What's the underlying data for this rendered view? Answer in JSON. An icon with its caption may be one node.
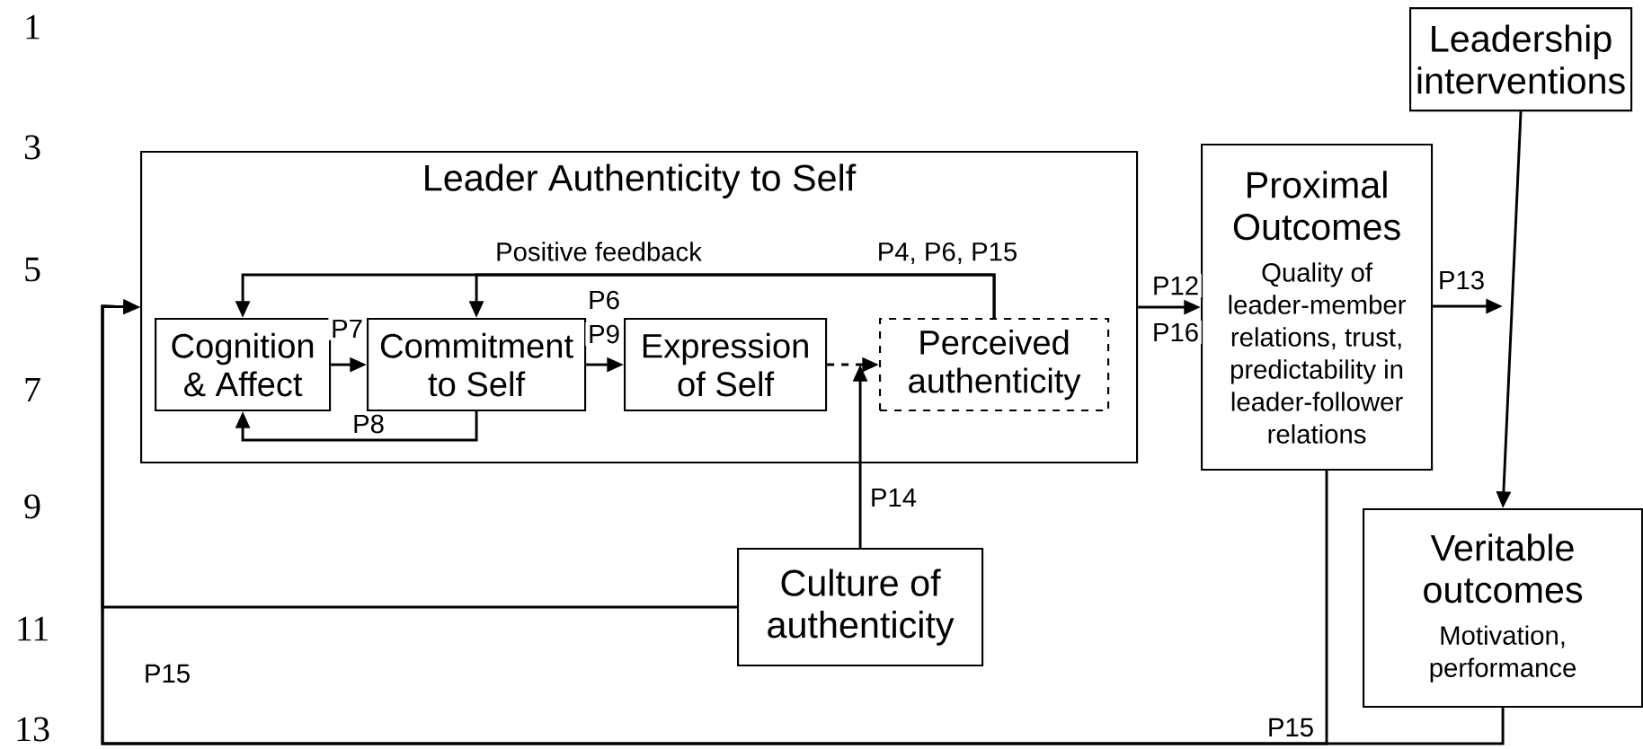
{
  "diagram": {
    "nodes": [
      {
        "text": [
          "Leader Authenticity to Self"
        ]
      },
      {
        "text": [
          "Cognition & Affect"
        ],
        "in": 0
      },
      {
        "text": [
          "Commitment to Self"
        ],
        "in": 0
      },
      {
        "text": [
          "Expression of Self"
        ],
        "in": 0
      },
      {
        "text": [
          "Perceived authenticity"
        ],
        "in": 0
      },
      {
        "text": [
          "Proximal Outcomes",
          "Quality of leader-member relations, trust, predictability in leader-follower relations"
        ]
      },
      {
        "text": [
          "Leadership interventions"
        ]
      },
      {
        "text": [
          "Veritable outcomes",
          "Motivation, performance"
        ]
      },
      {
        "text": [
          "Culture of authenticity"
        ]
      }
    ],
    "edges": [
      {
        "from": 4,
        "to": 1,
        "arrow": "to",
        "label": "Positive feedback"
      },
      {
        "from": 4,
        "to": 2,
        "arrow": "to",
        "label": "P4, P6, P15"
      },
      {
        "from": 1,
        "to": 2,
        "arrow": "to",
        "label": "P7"
      },
      {
        "from": 2,
        "to": 1,
        "arrow": "to",
        "label": "P8"
      },
      {
        "from": 2,
        "to": 3,
        "arrow": "to",
        "label": "P9"
      },
      {
        "from": 3,
        "to": 4,
        "arrow": "to",
        "style": "dashed"
      },
      {
        "from": 8,
        "to": 4,
        "arrow": "to",
        "label": "P14"
      },
      {
        "from": 0,
        "to": 5,
        "arrow": "to",
        "label": "P12"
      },
      {
        "from": 5,
        "to": null,
        "arrow": "to",
        "label": "P13"
      },
      {
        "from": 6,
        "to": 7,
        "arrow": "to"
      },
      {
        "from": 8,
        "to": 0,
        "arrow": "to",
        "label": "P15"
      },
      {
        "from": 5,
        "to": 0,
        "arrow": "to",
        "label": "P15"
      },
      {
        "from": 7,
        "to": 0,
        "arrow": "to"
      }
    ],
    "labels": [
      "1",
      "3",
      "5",
      "7",
      "9",
      "11",
      "13",
      "P6",
      "P16"
    ]
  }
}
